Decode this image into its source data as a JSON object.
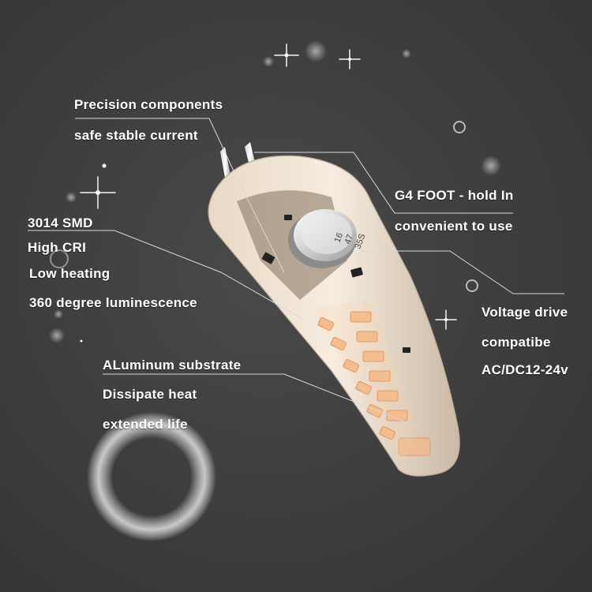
{
  "theme": {
    "background": "#3f3f3f",
    "text_color": "#ffffff",
    "led_color": "#f2b98a",
    "pointer_line_color": "#d8d8d8"
  },
  "callouts": {
    "precision": {
      "line1": "Precision components",
      "line2": "safe stable current"
    },
    "g4_foot": {
      "line1": "G4 FOOT - hold In",
      "line2": "convenient to use"
    },
    "smd": {
      "line1": "3014 SMD",
      "line2": "High CRI",
      "line3": "Low heating",
      "line4": "360 degree luminescence"
    },
    "voltage": {
      "line1": "Voltage drive",
      "line2": "compatibe",
      "line3": "AC/DC12-24v"
    },
    "aluminum": {
      "line1": "ALuminum substrate",
      "line2": "Dissipate heat",
      "line3": "extended life"
    }
  },
  "capacitor_markings": {
    "line1": "16",
    "line2": "47",
    "line3": "35S"
  }
}
